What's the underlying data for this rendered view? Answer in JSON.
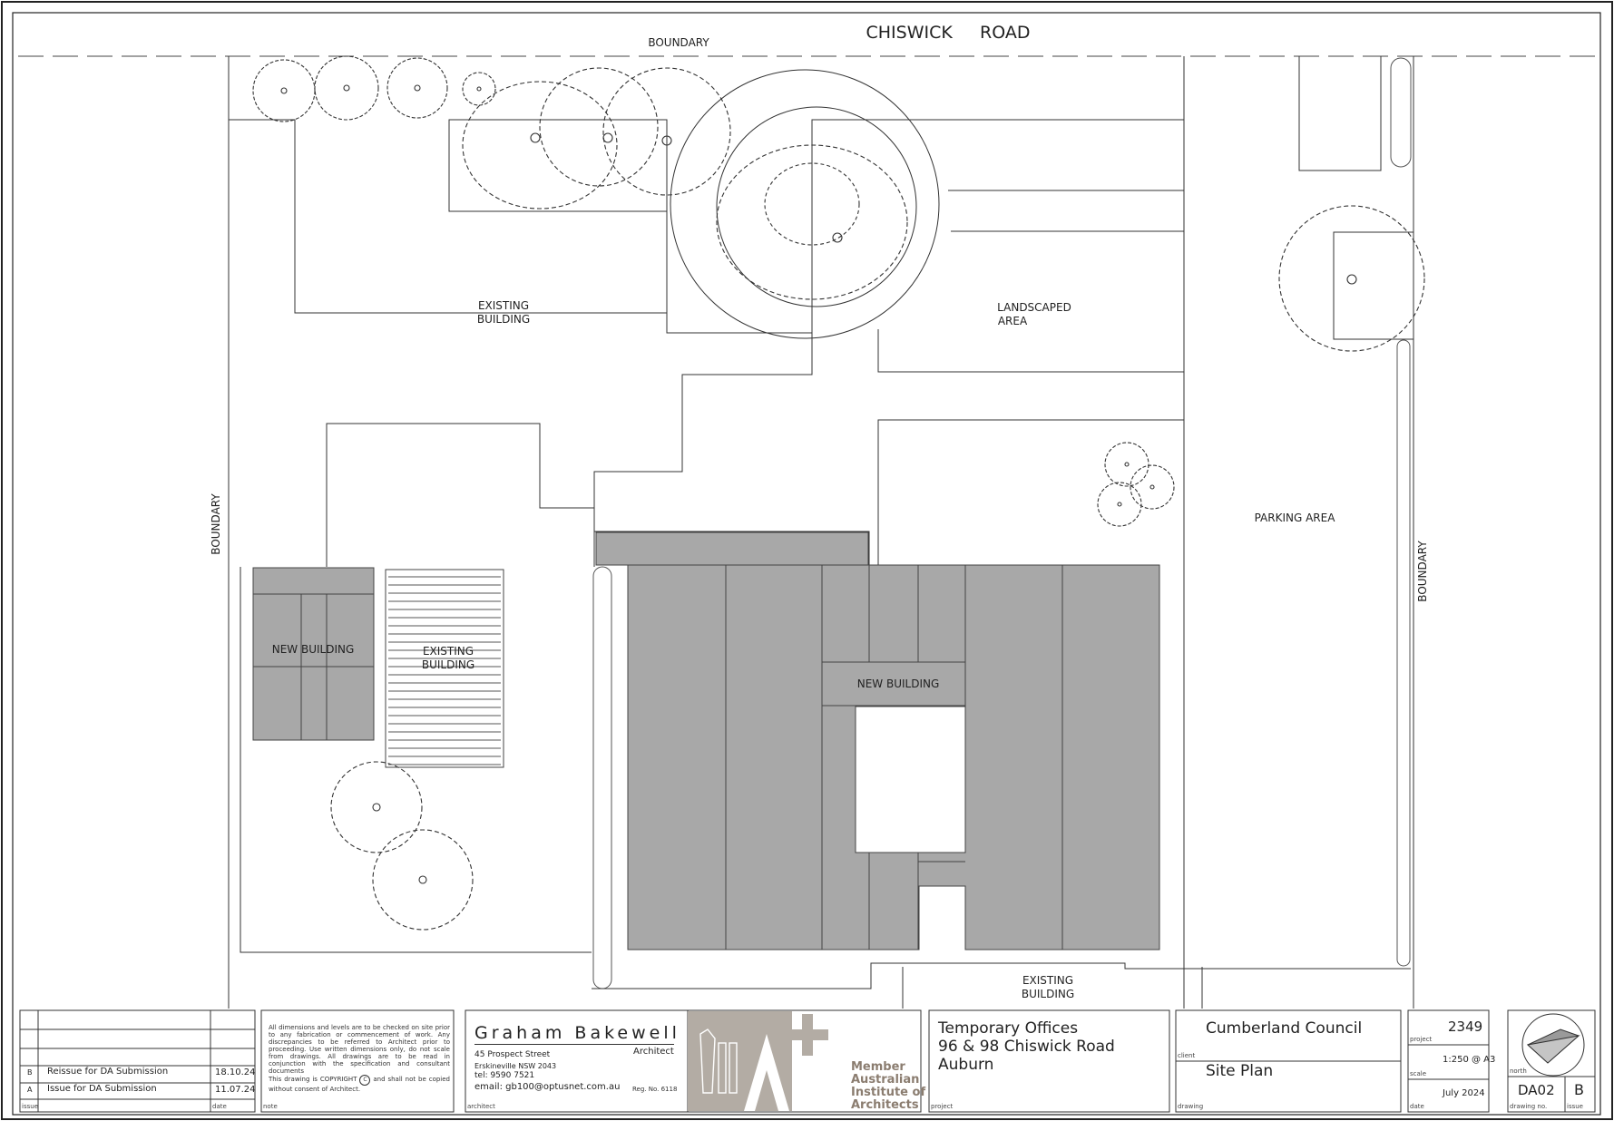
{
  "plan": {
    "road_label": "CHISWICK     ROAD",
    "boundary_top": "BOUNDARY",
    "boundary_left": "BOUNDARY",
    "boundary_right": "BOUNDARY",
    "existing_building_1": [
      "EXISTING",
      "BUILDING"
    ],
    "landscaped_area": [
      "LANDSCAPED",
      "AREA"
    ],
    "parking_area": "PARKING AREA",
    "new_building_left": "NEW BUILDING",
    "existing_building_2": [
      "EXISTING",
      "BUILDING"
    ],
    "new_building_main": "NEW BUILDING",
    "existing_building_3": [
      "EXISTING",
      "BUILDING"
    ]
  },
  "title_block": {
    "revisions": [
      {
        "issue": "B",
        "description": "Reissue for DA Submission",
        "date": "18.10.24"
      },
      {
        "issue": "A",
        "description": "Issue for DA Submission",
        "date": "11.07.24"
      }
    ],
    "revision_headers": {
      "issue": "issue",
      "date": "date"
    },
    "note_label": "note",
    "note_text_1": "All dimensions and levels are to be checked on site prior to any fabrication or commencement of work. Any discrepancies to be referred to Architect prior to proceeding. Use written dimensions only, do not scale from drawings. All drawings are to be read in conjunction with the specification and consultant documents",
    "note_text_2": "This drawing is COPYRIGHT",
    "note_copyright_symbol": "C",
    "note_text_3": "and shall not be copied without consent of Architect.",
    "architect_name": "Graham Bakewell",
    "architect_role": "Architect",
    "architect_address_1": "45 Prospect Street",
    "architect_address_2": "Erskineville NSW 2043",
    "architect_tel": "tel: 9590 7521",
    "architect_email": "email: gb100@optusnet.com.au",
    "architect_reg": "Reg. No. 6118",
    "architect_label": "architect",
    "logo_text": [
      "Member",
      "Australian",
      "Institute of",
      "Architects"
    ],
    "project_lines": [
      "Temporary Offices",
      "96 & 98 Chiswick Road",
      "Auburn"
    ],
    "project_label": "project",
    "client_name": "Cumberland Council",
    "client_label": "client",
    "drawing_name": "Site Plan",
    "drawing_label": "drawing",
    "project_no": "2349",
    "project_no_label": "project",
    "scale": "1:250 @ A3",
    "scale_label": "scale",
    "date": "July 2024",
    "date_label": "date",
    "north_label": "north",
    "drawing_no": "DA02",
    "drawing_no_label": "drawing no.",
    "issue": "B",
    "issue_label": "issue"
  },
  "colors": {
    "building_fill": "#a8a8a8",
    "line": "#333333",
    "logo_gray": "#b3aca4",
    "logo_text": "#8b7d70"
  }
}
